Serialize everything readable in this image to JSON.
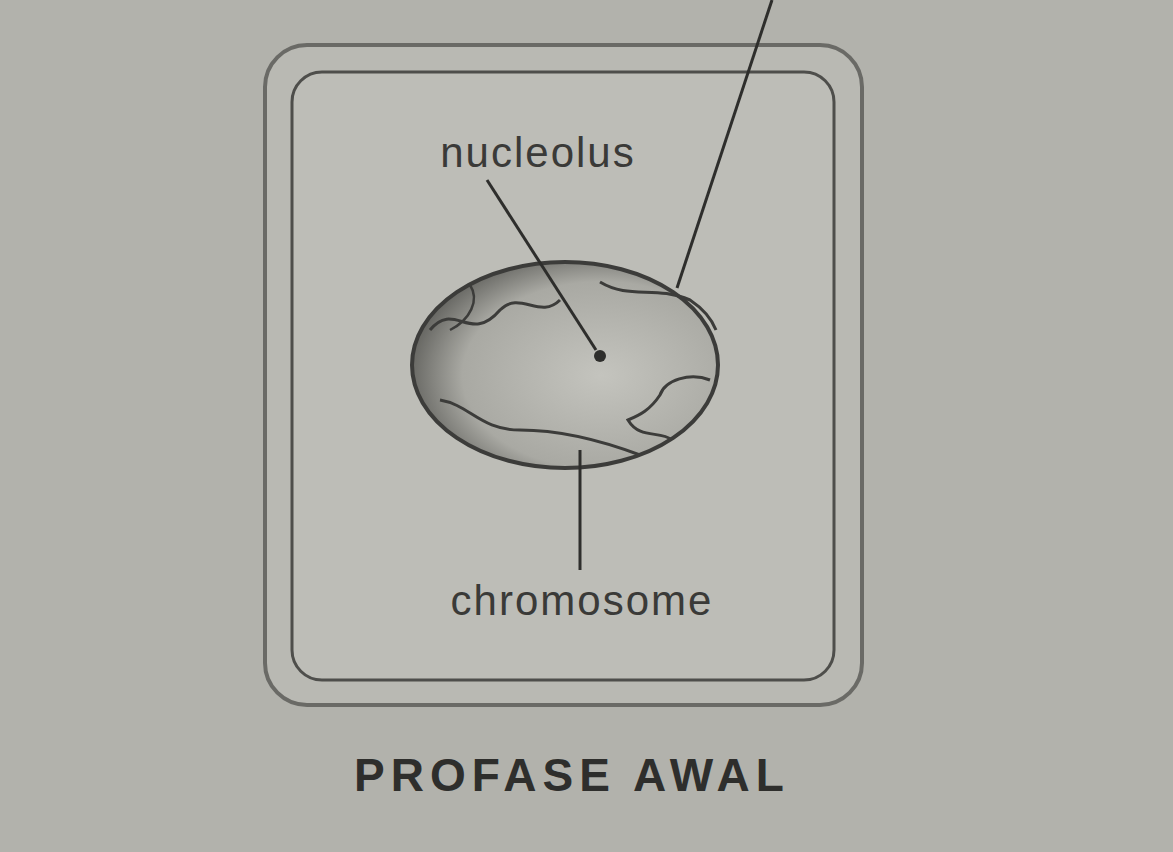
{
  "diagram": {
    "caption": "PROFASE AWAL",
    "labels": [
      "nucleolus",
      "chromosome"
    ]
  }
}
